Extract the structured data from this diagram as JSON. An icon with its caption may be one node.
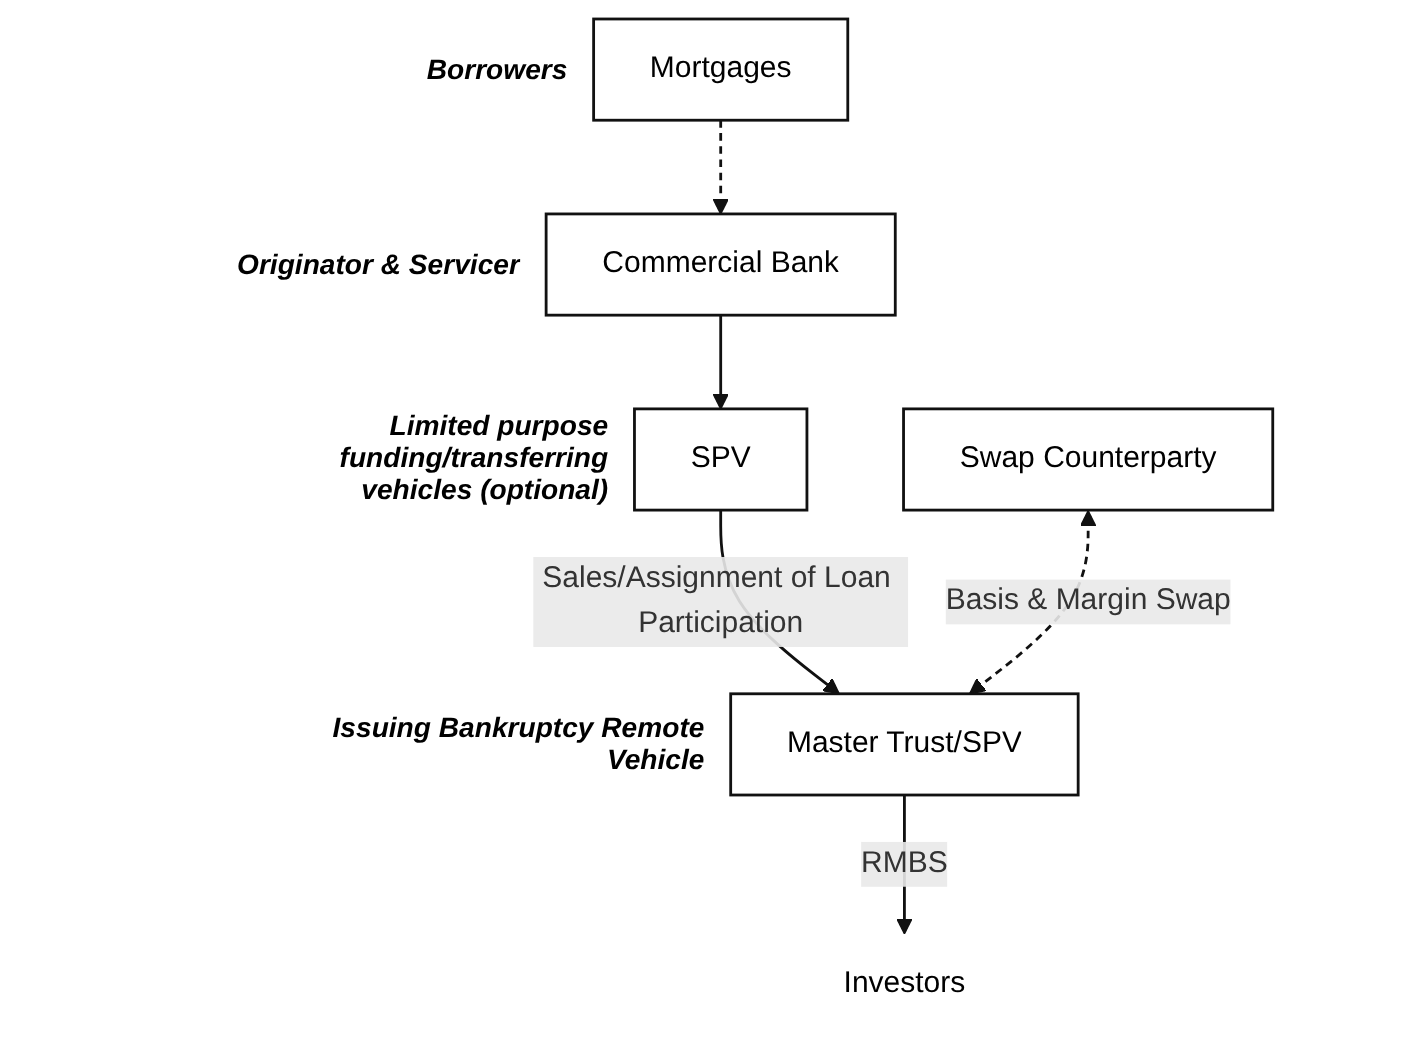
{
  "diagram": {
    "nodes": [
      {
        "text": [
          "Mortgages"
        ],
        "beside": [
          "Borrowers"
        ]
      },
      {
        "text": [
          "Commercial Bank"
        ],
        "beside": [
          "Originator & Servicer"
        ]
      },
      {
        "text": [
          "SPV"
        ],
        "beside": [
          "Limited purpose funding/transferring vehicles (optional)"
        ]
      },
      {
        "text": [
          "Swap Counterparty"
        ]
      },
      {
        "text": [
          "Master Trust/SPV"
        ],
        "beside": [
          "Issuing Bankruptcy Remote Vehicle"
        ]
      },
      {
        "text": [
          "Investors"
        ]
      }
    ],
    "edges": [
      {
        "from": 0,
        "to": 1,
        "arrow": "to",
        "style": "dashed"
      },
      {
        "from": 1,
        "to": 2,
        "arrow": "to"
      },
      {
        "from": 2,
        "to": 4,
        "arrow": "to",
        "label": "Sales/Assignment of Loan Participation"
      },
      {
        "from": 3,
        "to": 4,
        "arrow": "both",
        "style": "dashed",
        "label": "Basis & Margin Swap"
      },
      {
        "from": 4,
        "to": 5,
        "arrow": "to",
        "label": "RMBS"
      }
    ]
  }
}
